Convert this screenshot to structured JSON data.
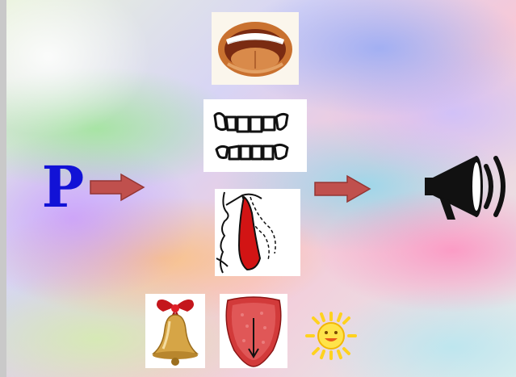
{
  "slide": {
    "letter": "Р",
    "colors": {
      "letter": "#1212d6",
      "arrow": "#c0504d",
      "tongue": "#d21414",
      "bell_gold": "#d6a546",
      "bow_red": "#c4161c",
      "sun_yellow": "#ffd21f"
    },
    "icons": [
      "open-mouth-image",
      "teeth-image",
      "tongue-profile-image",
      "bell-icon",
      "tongue-arrow-image",
      "sun-icon",
      "megaphone-icon",
      "arrow-right-icon"
    ]
  }
}
